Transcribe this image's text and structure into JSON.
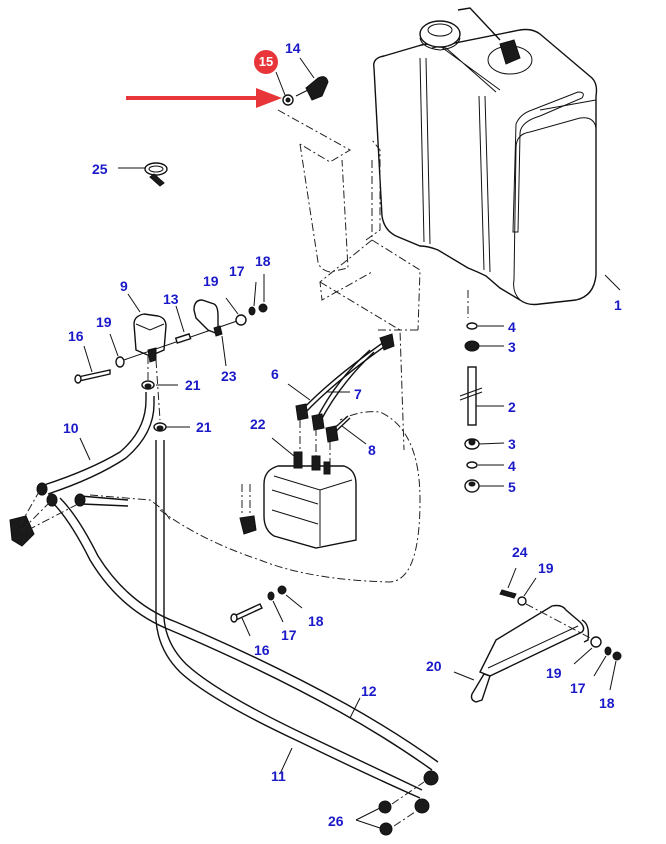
{
  "diagram": {
    "title": "Fluid tank assembly exploded parts view",
    "highlight": {
      "part": "15",
      "color": "#e8353a",
      "arrow_color": "#e8353a"
    },
    "label_color": "#1a1ac8",
    "callouts": [
      {
        "id": "c1",
        "text": "1"
      },
      {
        "id": "c2",
        "text": "2"
      },
      {
        "id": "c3a",
        "text": "3"
      },
      {
        "id": "c3b",
        "text": "3"
      },
      {
        "id": "c4a",
        "text": "4"
      },
      {
        "id": "c4b",
        "text": "4"
      },
      {
        "id": "c5",
        "text": "5"
      },
      {
        "id": "c6",
        "text": "6"
      },
      {
        "id": "c7",
        "text": "7"
      },
      {
        "id": "c8",
        "text": "8"
      },
      {
        "id": "c9",
        "text": "9"
      },
      {
        "id": "c10",
        "text": "10"
      },
      {
        "id": "c11",
        "text": "11"
      },
      {
        "id": "c12",
        "text": "12"
      },
      {
        "id": "c13",
        "text": "13"
      },
      {
        "id": "c14",
        "text": "14"
      },
      {
        "id": "c15",
        "text": "15"
      },
      {
        "id": "c16a",
        "text": "16"
      },
      {
        "id": "c16b",
        "text": "16"
      },
      {
        "id": "c17a",
        "text": "17"
      },
      {
        "id": "c17b",
        "text": "17"
      },
      {
        "id": "c17c",
        "text": "17"
      },
      {
        "id": "c18a",
        "text": "18"
      },
      {
        "id": "c18b",
        "text": "18"
      },
      {
        "id": "c18c",
        "text": "18"
      },
      {
        "id": "c19a",
        "text": "19"
      },
      {
        "id": "c19b",
        "text": "19"
      },
      {
        "id": "c19c",
        "text": "19"
      },
      {
        "id": "c19d",
        "text": "19"
      },
      {
        "id": "c20",
        "text": "20"
      },
      {
        "id": "c21a",
        "text": "21"
      },
      {
        "id": "c21b",
        "text": "21"
      },
      {
        "id": "c22",
        "text": "22"
      },
      {
        "id": "c23",
        "text": "23"
      },
      {
        "id": "c24",
        "text": "24"
      },
      {
        "id": "c25",
        "text": "25"
      },
      {
        "id": "c26",
        "text": "26"
      }
    ]
  }
}
